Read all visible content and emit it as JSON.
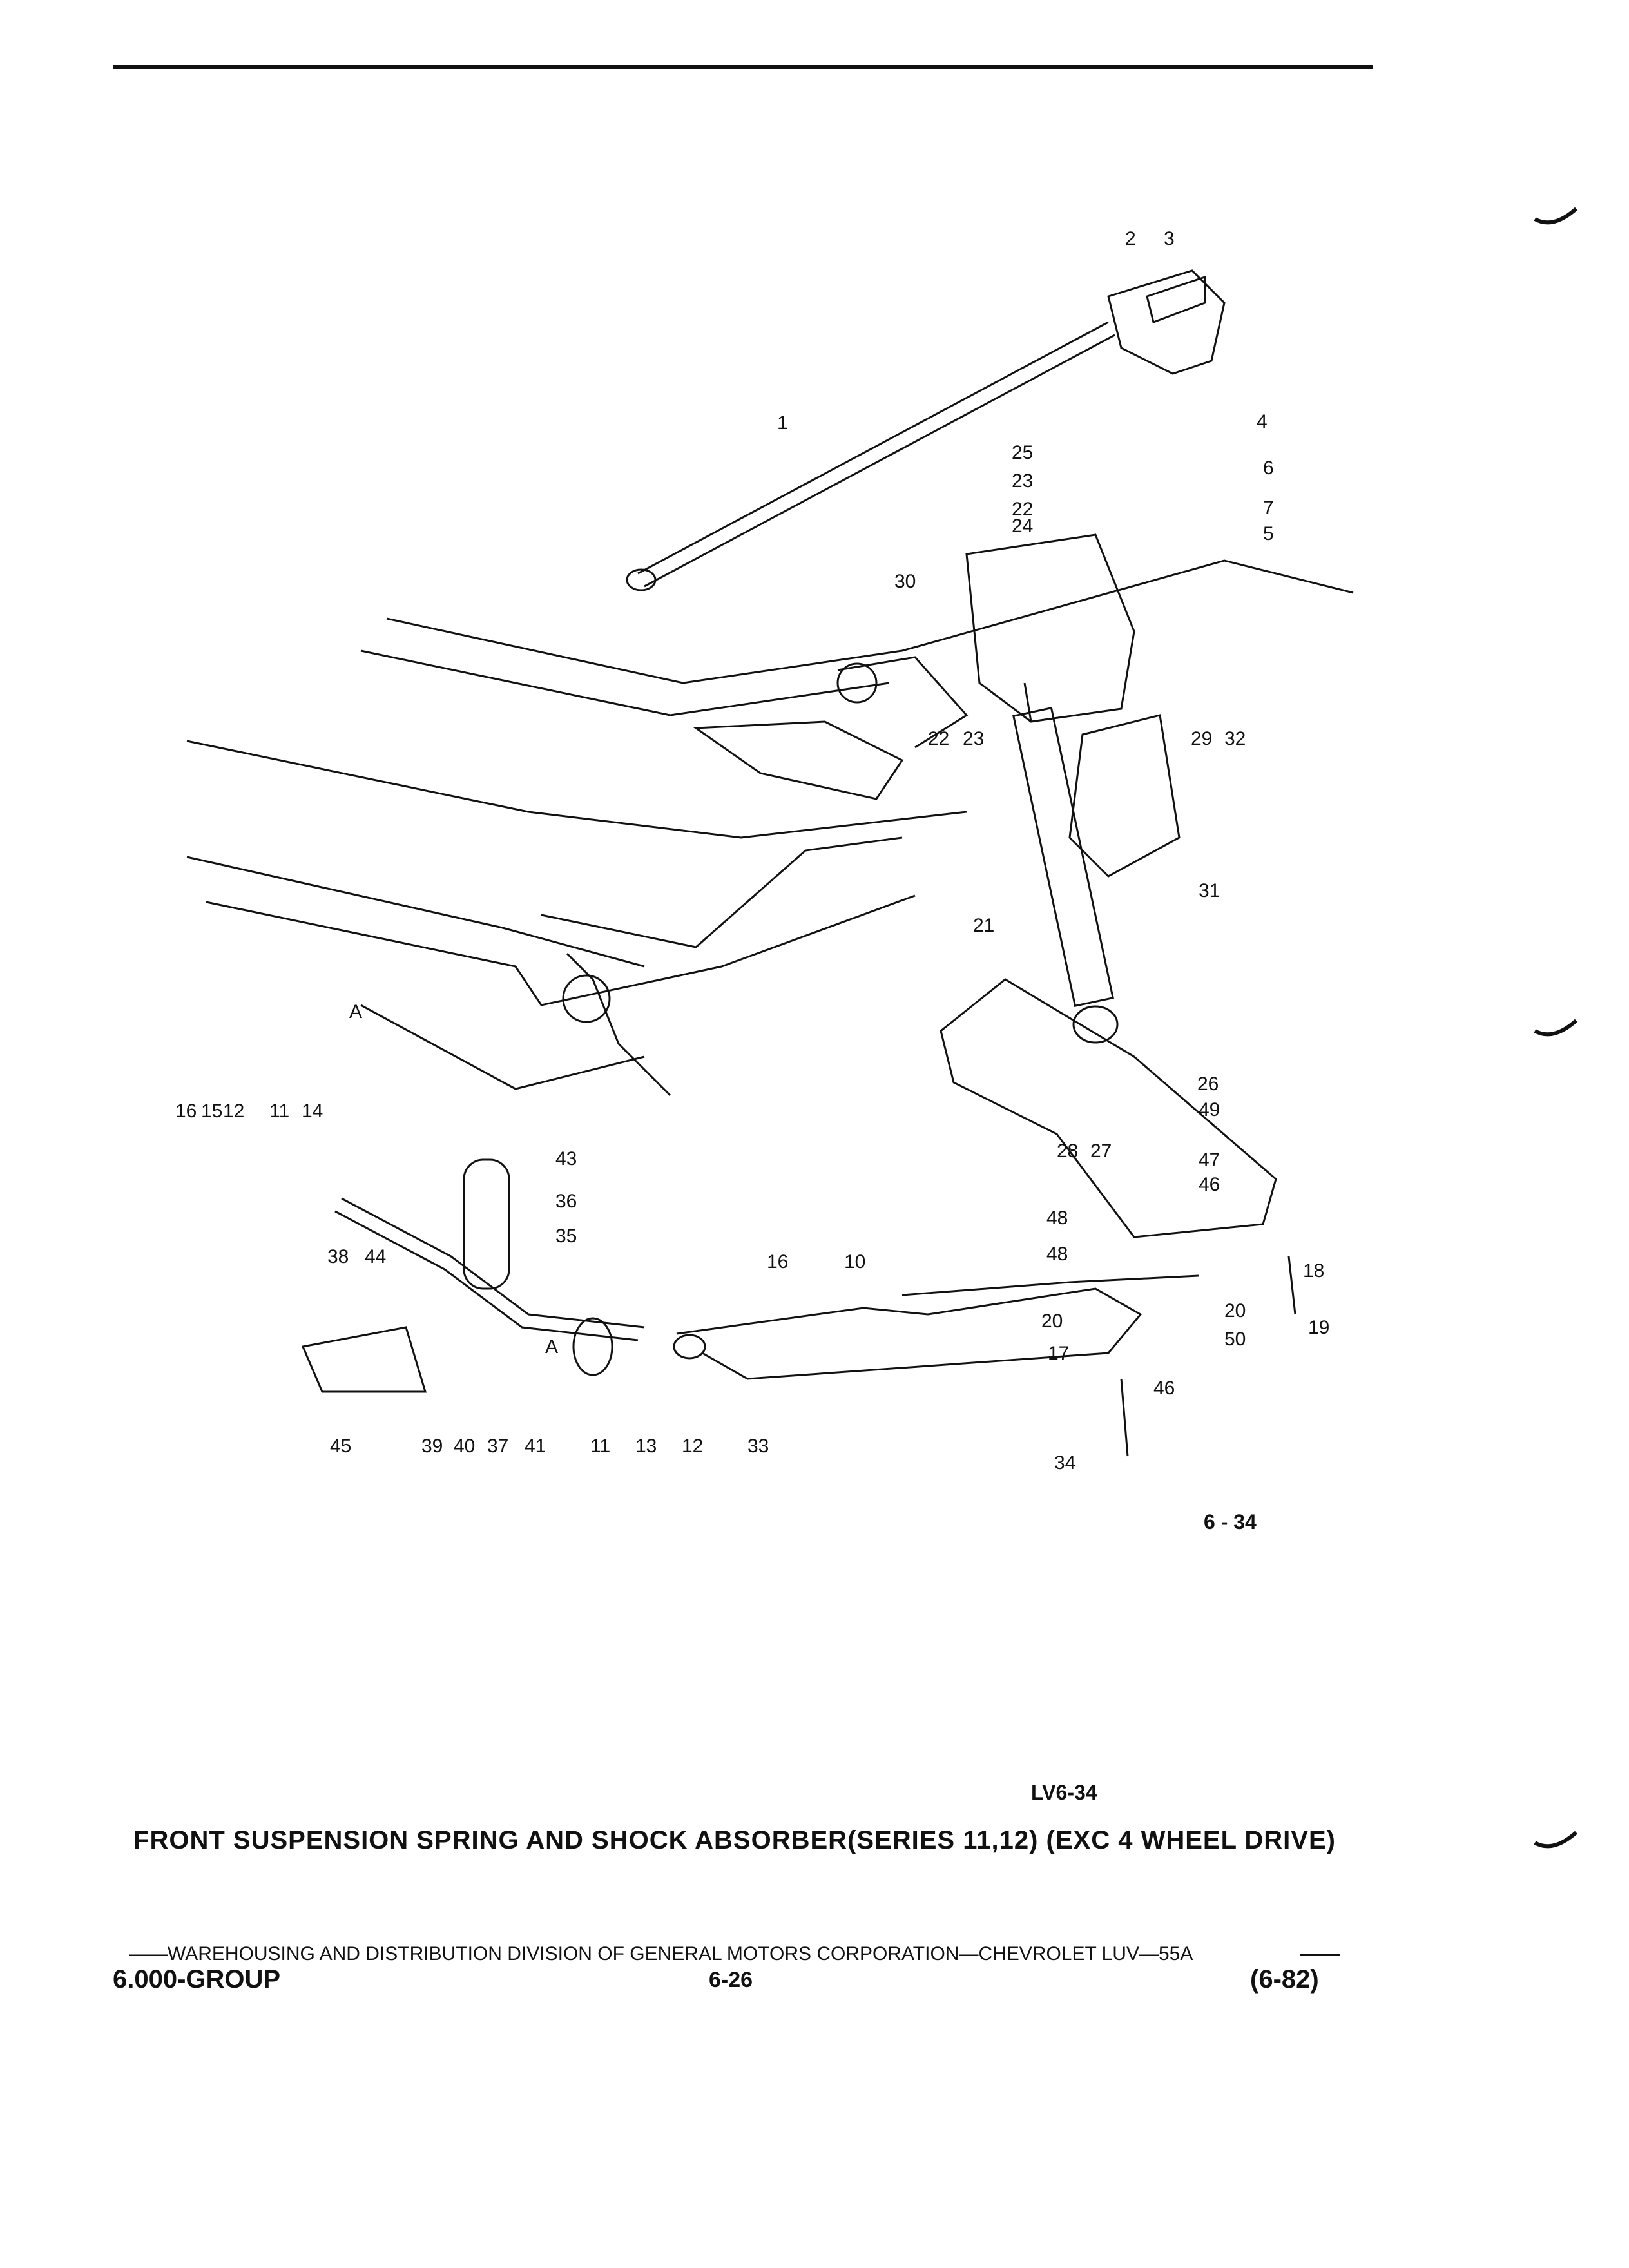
{
  "diagram": {
    "callouts": [
      {
        "id": "c1",
        "text": "1"
      },
      {
        "id": "c2",
        "text": "2"
      },
      {
        "id": "c3",
        "text": "3"
      },
      {
        "id": "c4",
        "text": "4"
      },
      {
        "id": "c6",
        "text": "6"
      },
      {
        "id": "c7",
        "text": "7"
      },
      {
        "id": "c5",
        "text": "5"
      },
      {
        "id": "c25",
        "text": "25"
      },
      {
        "id": "c23a",
        "text": "23"
      },
      {
        "id": "c22a",
        "text": "22"
      },
      {
        "id": "c24",
        "text": "24"
      },
      {
        "id": "c30",
        "text": "30"
      },
      {
        "id": "c22b",
        "text": "22"
      },
      {
        "id": "c23b",
        "text": "23"
      },
      {
        "id": "c29",
        "text": "29"
      },
      {
        "id": "c32",
        "text": "32"
      },
      {
        "id": "c31",
        "text": "31"
      },
      {
        "id": "c21",
        "text": "21"
      },
      {
        "id": "c26",
        "text": "26"
      },
      {
        "id": "c28",
        "text": "28"
      },
      {
        "id": "c27",
        "text": "27"
      },
      {
        "id": "c49",
        "text": "49"
      },
      {
        "id": "c47",
        "text": "47"
      },
      {
        "id": "c46a",
        "text": "46"
      },
      {
        "id": "c48a",
        "text": "48"
      },
      {
        "id": "c48b",
        "text": "48"
      },
      {
        "id": "c18",
        "text": "18"
      },
      {
        "id": "c20a",
        "text": "20"
      },
      {
        "id": "c20b",
        "text": "20"
      },
      {
        "id": "c50",
        "text": "50"
      },
      {
        "id": "c19",
        "text": "19"
      },
      {
        "id": "c17",
        "text": "17"
      },
      {
        "id": "c46b",
        "text": "46"
      },
      {
        "id": "c34",
        "text": "34"
      },
      {
        "id": "c16a",
        "text": "16"
      },
      {
        "id": "c15",
        "text": "15"
      },
      {
        "id": "c12a",
        "text": "12"
      },
      {
        "id": "c11a",
        "text": "11"
      },
      {
        "id": "c14",
        "text": "14"
      },
      {
        "id": "cAa",
        "text": "A"
      },
      {
        "id": "c43",
        "text": "43"
      },
      {
        "id": "c36",
        "text": "36"
      },
      {
        "id": "c35",
        "text": "35"
      },
      {
        "id": "c38",
        "text": "38"
      },
      {
        "id": "c44",
        "text": "44"
      },
      {
        "id": "c16b",
        "text": "16"
      },
      {
        "id": "c10",
        "text": "10"
      },
      {
        "id": "cAb",
        "text": "A"
      },
      {
        "id": "c45",
        "text": "45"
      },
      {
        "id": "c39",
        "text": "39"
      },
      {
        "id": "c40",
        "text": "40"
      },
      {
        "id": "c37",
        "text": "37"
      },
      {
        "id": "c41",
        "text": "41"
      },
      {
        "id": "c11b",
        "text": "11"
      },
      {
        "id": "c13",
        "text": "13"
      },
      {
        "id": "c12b",
        "text": "12"
      },
      {
        "id": "c33",
        "text": "33"
      }
    ]
  },
  "figure_number": "6 - 34",
  "plate_code": "LV6-34",
  "title": "FRONT SUSPENSION SPRING AND SHOCK ABSORBER(SERIES 11,12) (EXC 4 WHEEL DRIVE)",
  "footer": {
    "division_line": "——WAREHOUSING AND DISTRIBUTION  DIVISION OF GENERAL MOTORS CORPORATION—CHEVROLET LUV—55A",
    "group": "6.000-GROUP",
    "page": "6-26",
    "date": "(6-82)"
  }
}
